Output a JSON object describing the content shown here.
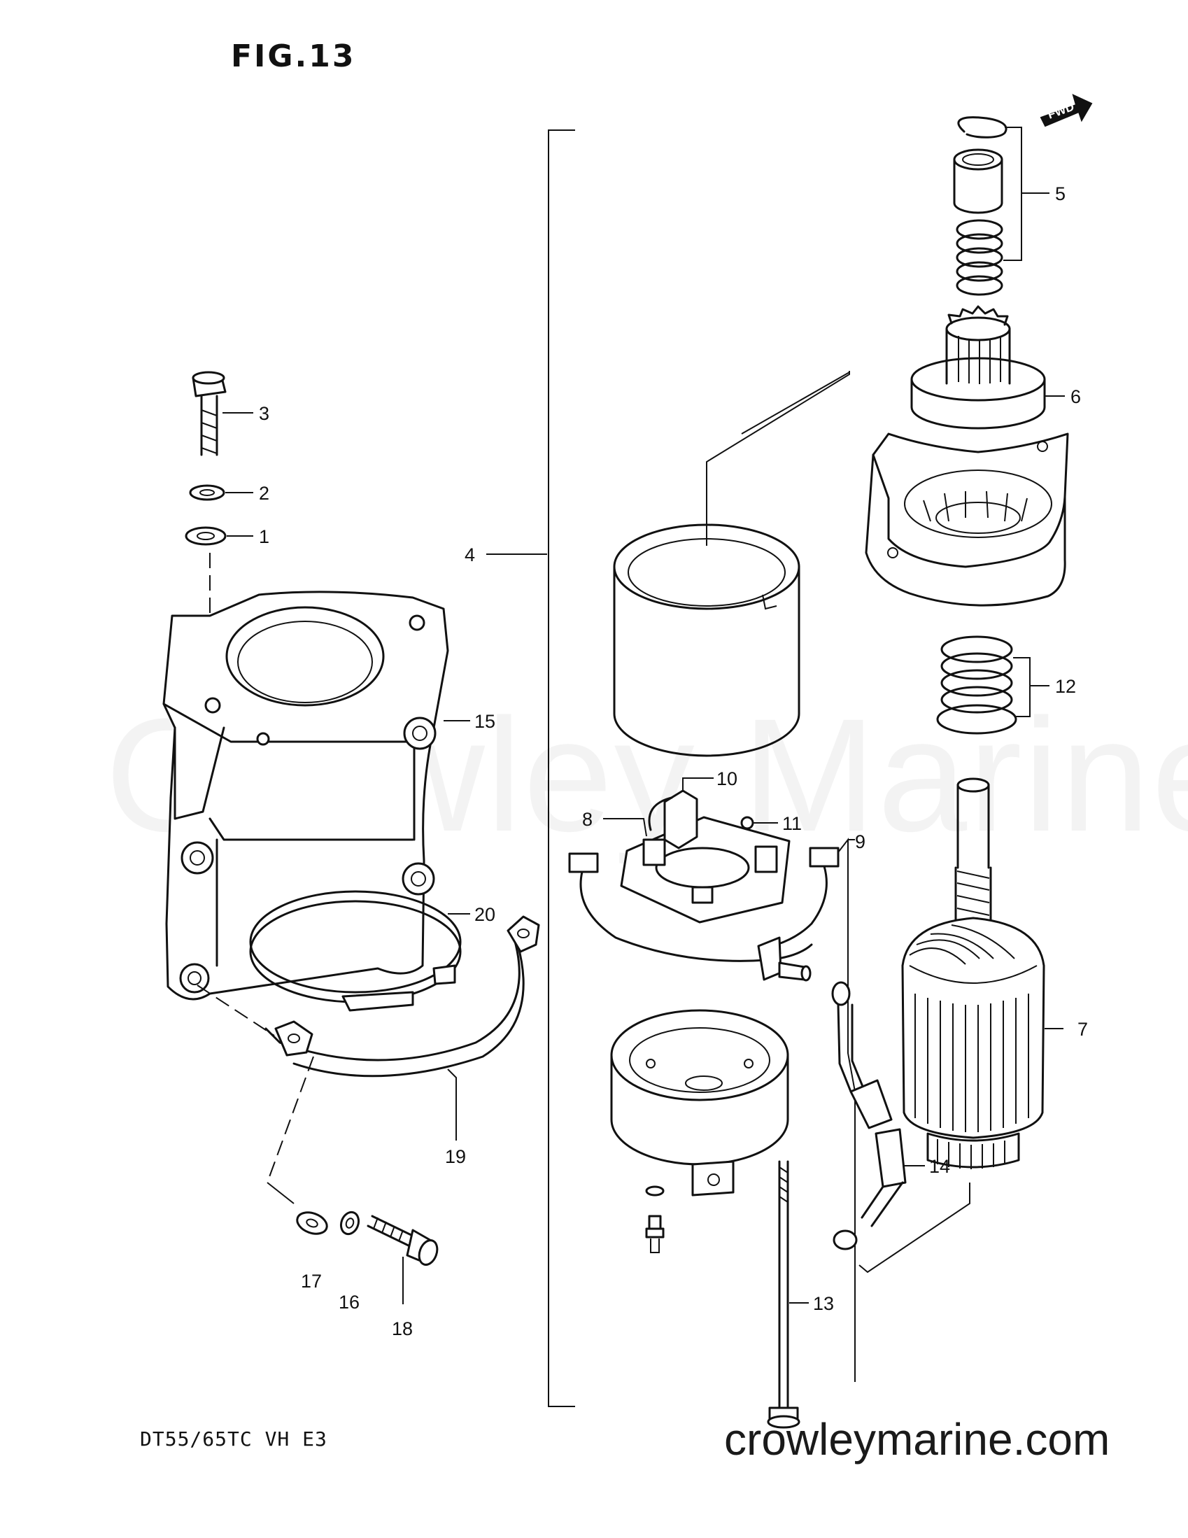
{
  "figure": {
    "title": "FIG.13",
    "model_code": "DT55/65TC VH E3",
    "source_url": "crowleymarine.com",
    "watermark": "Crowley Marine",
    "direction_label": "FWD"
  },
  "callouts": [
    "1",
    "2",
    "3",
    "4",
    "5",
    "6",
    "7",
    "8",
    "9",
    "10",
    "11",
    "12",
    "13",
    "14",
    "15",
    "16",
    "17",
    "18",
    "19",
    "20"
  ]
}
